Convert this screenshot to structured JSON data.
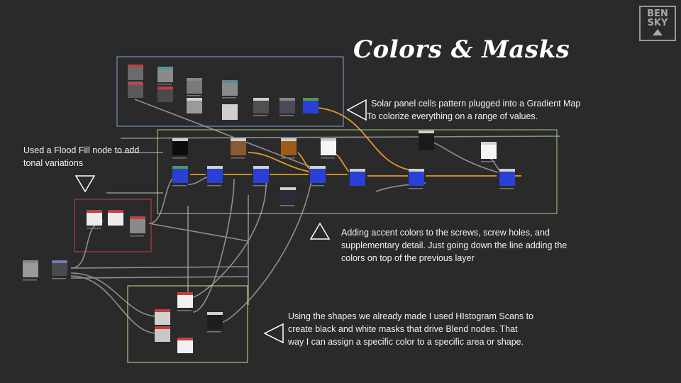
{
  "slide": {
    "title": "Colors & Masks",
    "logo": {
      "line1": "BEN",
      "line2": "SKY"
    }
  },
  "annotations": {
    "gradient_map": [
      "Solar panel cells pattern plugged into a Gradient Map",
      "To colorize everything on a range of values."
    ],
    "flood_fill": [
      "Used a Flood Fill node to add",
      "tonal variations"
    ],
    "accent_colors": [
      "Adding accent colors to the screws, screw holes, and",
      "supplementary detail. Just going down the line adding the",
      "colors on top of the previous layer"
    ],
    "histogram": [
      "Using the shapes we already made I used HIstogram Scans to",
      "create black and white masks that drive Blend nodes. That",
      "way I can assign a specific color to a specific area or shape."
    ]
  },
  "colors": {
    "background": "#2a2a2a",
    "frame_blue": "#7fa8d8",
    "frame_green": "#a8d08a",
    "frame_red": "#d23a3a",
    "frame_yellow": "#e6d68a",
    "wire_gray": "#9a9a9a",
    "wire_orange": "#e09a2a",
    "node_blue": "#2a3fd6"
  },
  "icons": [
    "triangle-pointer-icon",
    "logo-triangle-icon"
  ]
}
